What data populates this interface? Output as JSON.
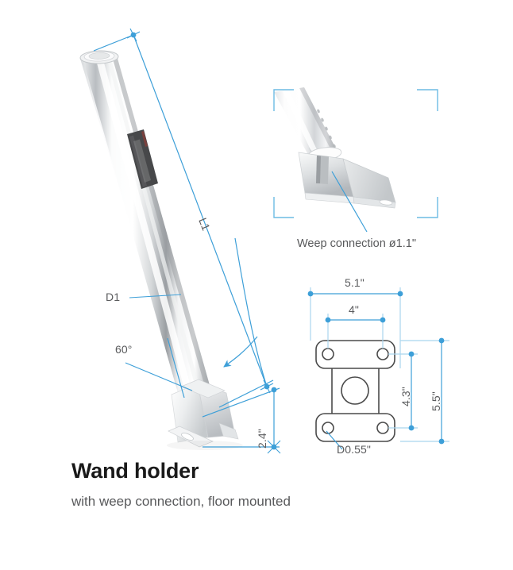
{
  "document": {
    "type": "technical-product-drawing",
    "background_color": "#ffffff"
  },
  "colors": {
    "dimension_blue": "#3d9fd8",
    "dimension_blue_light": "#8fcbea",
    "text_gray": "#5a5b5d",
    "title_black": "#1a1a1a",
    "outline_dark": "#4a4a4a",
    "metal_light": "#fdfdfd",
    "metal_mid": "#c9cccf",
    "metal_dark": "#8e9296",
    "label_band": "#4a4a4c"
  },
  "caption": {
    "title": "Wand holder",
    "subtitle": "with weep connection, floor mounted"
  },
  "main_view": {
    "name": "wand-holder-isometric",
    "annotations": {
      "length": "L1",
      "diameter": "D1",
      "angle": "60°",
      "base_height": "2.4\""
    }
  },
  "detail_view": {
    "name": "weep-connection-detail",
    "callout": "Weep connection ø1.1\""
  },
  "plan_view": {
    "name": "base-plate-plan",
    "dimensions": {
      "overall_width": "5.1\"",
      "hole_spacing_width": "4\"",
      "hole_spacing_height": "4.3\"",
      "overall_height": "5.5\"",
      "hole_diameter": "D0.55\""
    }
  }
}
